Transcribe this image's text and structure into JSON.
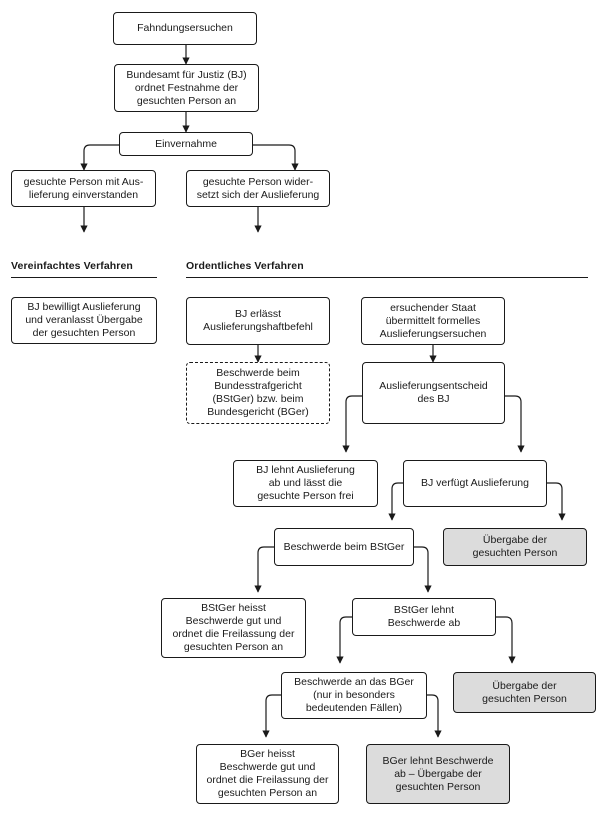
{
  "nodes": {
    "request": "Fahndungsersuchen",
    "arrest": "Bundesamt für Justiz (BJ)\nordnet Festnahme der\ngesuchten Person an",
    "hearing": "Einvernahme",
    "consent": "gesuchte Person mit Aus-\nlieferung einverstanden",
    "oppose": "gesuchte Person wider-\nsetzt sich der Auslieferung",
    "simplified_grant": "BJ bewilligt Auslieferung\nund veranlasst Übergabe\nder gesuchten Person",
    "warrant": "BJ erlässt\nAuslieferungshaftbefehl",
    "formal_request": "ersuchender Staat\nübermittelt formelles\nAuslieferungsersuchen",
    "complaint_warrant": "Beschwerde beim\nBundesstrafgericht\n(BStGer) bzw. beim\nBundesgericht (BGer)",
    "decision": "Auslieferungsentscheid\ndes BJ",
    "bj_rejects": "BJ lehnt Auslieferung\nab und lässt die\ngesuchte Person frei",
    "bj_orders": "BJ verfügt Auslieferung",
    "complaint_bstger": "Beschwerde beim BStGer",
    "handover_1": "Übergabe der\ngesuchten Person",
    "bstger_upholds": "BStGer heisst\nBeschwerde gut und\nordnet die Freilassung der\ngesuchten Person an",
    "bstger_rejects": "BStGer lehnt\nBeschwerde ab",
    "complaint_bger": "Beschwerde an das BGer\n(nur in besonders\nbedeutenden Fällen)",
    "handover_2": "Übergabe der\ngesuchten Person",
    "bger_upholds": "BGer heisst\nBeschwerde gut und\nordnet die Freilassung der\ngesuchten Person an",
    "bger_rejects": "BGer lehnt Beschwerde\nab – Übergabe der\ngesuchten Person"
  },
  "headings": {
    "simplified": "Vereinfachtes Verfahren",
    "ordinary": "Ordentliches Verfahren"
  },
  "colors": {
    "line": "#1a1a1a",
    "box_fill": "#ffffff",
    "highlight_fill": "#dcdcdc"
  }
}
